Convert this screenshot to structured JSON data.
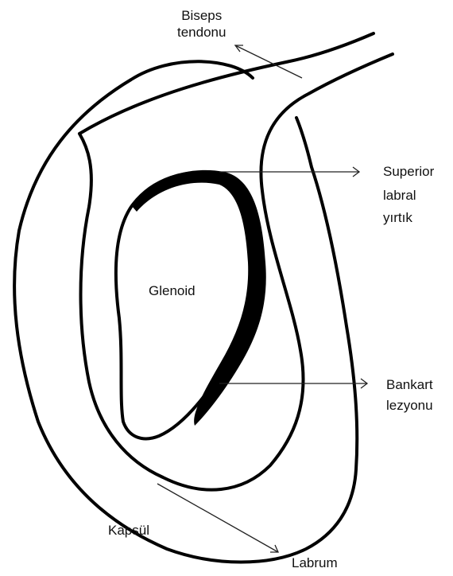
{
  "labels": {
    "biceps_tendon": [
      "Biseps",
      "tendonu"
    ],
    "superior_tear": [
      "Superior",
      "labral",
      "yırtık"
    ],
    "glenoid": "Glenoid",
    "bankart": [
      "Bankart",
      "lezyonu"
    ],
    "capsule": "Kapsül",
    "labrum": "Labrum"
  },
  "colors": {
    "ink": "#000000",
    "background": "#ffffff"
  }
}
